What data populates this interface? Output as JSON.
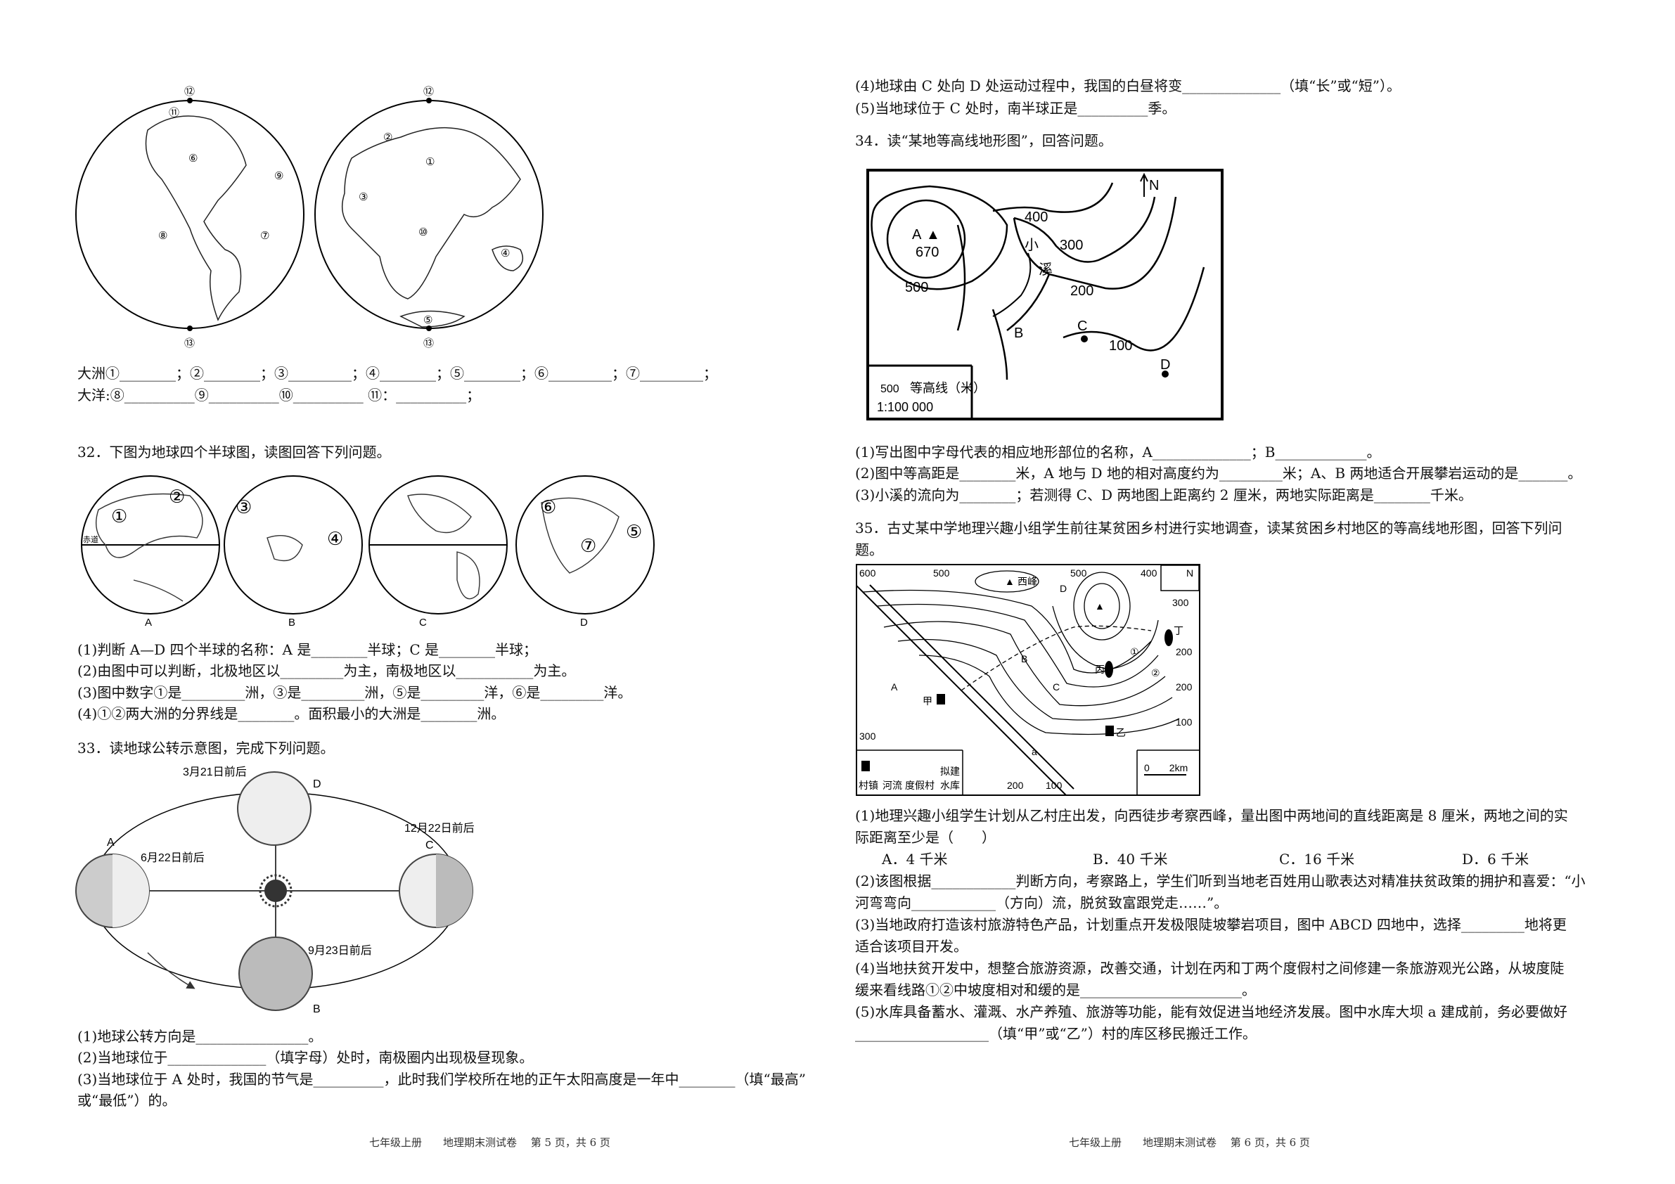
{
  "left": {
    "world_map": {
      "labels": [
        "⑫",
        "⑪",
        "⑥",
        "⑨",
        "⑧",
        "⑦",
        "⑬",
        "⑫",
        "②",
        "①",
        "③",
        "⑩",
        "④",
        "⑤",
        "⑬"
      ]
    },
    "fill_lines": [
      "大洲①________；②________；③_________；④________；⑤________；⑥_________；⑦_________；",
      "大洋:⑧__________⑨__________⑩__________ ⑪：__________；"
    ],
    "q32": {
      "title": "32．下图为地球四个半球图，读图回答下列问题。",
      "figure_labels": [
        "A",
        "B",
        "C",
        "D"
      ],
      "equator_label": "赤道",
      "map_numbers": [
        "①",
        "②",
        "③",
        "④",
        "⑥",
        "⑦",
        "⑤"
      ],
      "lines": [
        "(1)判断 A—D 四个半球的名称：A 是________半球；C 是________半球；",
        "(2)由图中可以判断，北极地区以_________为主，南极地区以___________为主。",
        "(3)图中数字①是_________洲，③是_________洲，⑤是_________洋，⑥是_________洋。",
        "(4)①②两大洲的分界线是________。面积最小的大洲是________洲。"
      ]
    },
    "q33": {
      "title": "33．读地球公转示意图，完成下列问题。",
      "figure": {
        "d_date": "3月21日前后",
        "a_date": "6月22日前后",
        "c_date": "12月22日前后",
        "b_date": "9月23日前后",
        "letters": [
          "A",
          "B",
          "C",
          "D"
        ]
      },
      "lines": [
        "(1)地球公转方向是________________。",
        "(2)当地球位于______________（填字母）处时，南极圈内出现极昼现象。",
        "(3)当地球位于 A 处时，我国的节气是__________，此时我们学校所在地的正午太阳高度是一年中________（填“最高”",
        "或“最低”）的。"
      ]
    },
    "footer": "七年级上册　　地理期末测试卷　 第 5 页，共 6 页"
  },
  "right": {
    "q33_cont": [
      "(4)地球由 C 处向 D 处运动过程中，我国的白昼将变______________（填“长”或“短”）。",
      "(5)当地球位于 C 处时，南半球正是__________季。"
    ],
    "q34": {
      "title": "34．读“某地等高线地形图”，回答问题。",
      "map": {
        "labels": {
          "a": "A",
          "a_elev": "670",
          "c400": "400",
          "c300": "300",
          "c500": "500",
          "c200": "200",
          "c100": "100",
          "stream1": "小",
          "stream2": "溪",
          "b": "B",
          "c": "C",
          "d": "D",
          "north": "N"
        },
        "legend_value": "500",
        "legend_text": "等高线（米）",
        "scale": "1:100 000"
      },
      "lines": [
        "(1)写出图中字母代表的相应地形部位的名称，A______________；B_____________。",
        "(2)图中等高距是________米，A 地与 D 地的相对高度约为_________米；A、B 两地适合开展攀岩运动的是_______。",
        "(3)小溪的流向为________；若测得 C、D 两地图上距离约 2 厘米，两地实际距离是________千米。"
      ]
    },
    "q35": {
      "title_lines": [
        "35．古丈某中学地理兴趣小组学生前往某贫困乡村进行实地调查，读某贫困乡村地区的等高线地形图，回答下列问",
        "题。"
      ],
      "map": {
        "contours": [
          "600",
          "500",
          "500",
          "400",
          "300",
          "200",
          "100",
          "300",
          "200",
          "100",
          "200"
        ],
        "places": {
          "xifeng": "西峰",
          "jia": "甲",
          "yi": "乙",
          "bing": "丙",
          "ding": "丁",
          "a": "A",
          "b": "B",
          "c": "C",
          "d": "D",
          "dam": "a",
          "r1": "①",
          "r2": "②",
          "north": "N"
        },
        "legend": [
          "村镇",
          "河流",
          "度假村",
          "拟建",
          "水库"
        ],
        "scale": "0　　2km"
      },
      "lines": [
        "(1)地理兴趣小组学生计划从乙村庄出发，向西徒步考察西峰，量出图中两地间的直线距离是 8 厘米，两地之间的实",
        "际距离至少是（　　）",
        "(2)该图根据____________判断方向，考察路上，学生们听到当地老百姓用山歌表达对精准扶贫政策的拥护和喜爱：“小",
        "河弯弯向____________（方向）流，脱贫致富跟党走……”。",
        "(3)当地政府打造该村旅游特色产品，计划重点开发极限陡坡攀岩项目，图中 ABCD 四地中，选择_________地将更",
        "适合该项目开发。",
        "(4)当地扶贫开发中，想整合旅游资源，改善交通，计划在丙和丁两个度假村之间修建一条旅游观光公路，从坡度陡",
        "缓来看线路①②中坡度相对和缓的是_______________________。",
        "(5)水库具备蓄水、灌溉、水产养殖、旅游等功能，能有效促进当地经济发展。图中水库大坝 a 建成前，务必要做好",
        "___________________（填“甲”或“乙”）村的库区移民搬迁工作。"
      ],
      "options": [
        "A．4 千米",
        "B．40 千米",
        "C．16 千米",
        "D．6 千米"
      ]
    },
    "footer": "七年级上册　　地理期末测试卷　 第 6 页，共 6 页"
  }
}
